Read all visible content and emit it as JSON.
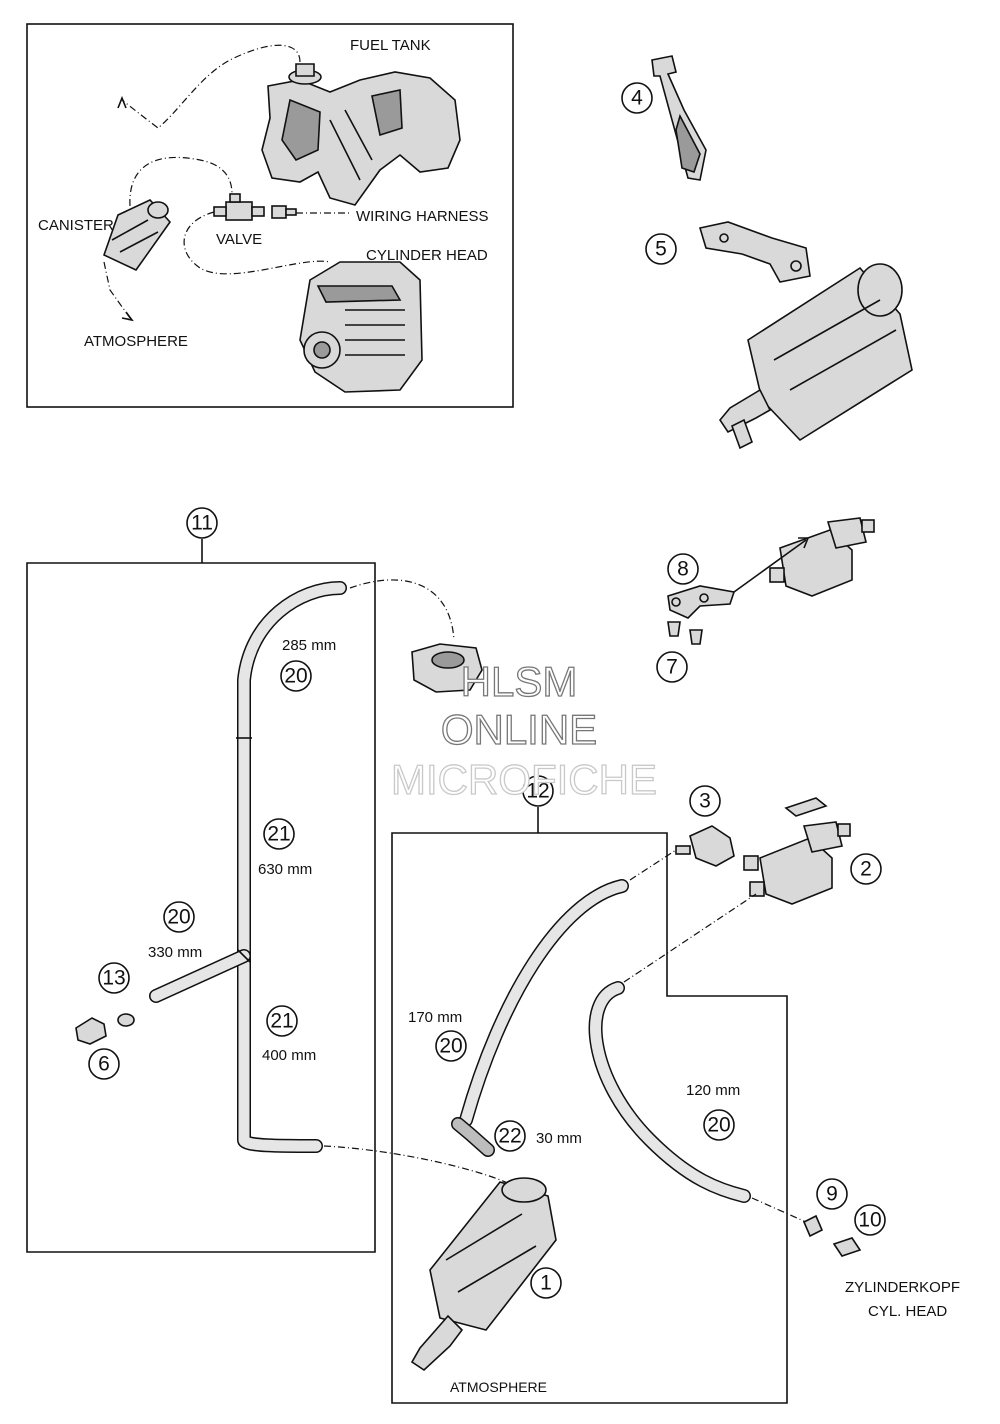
{
  "inset": {
    "labels": {
      "fuel_tank": "FUEL TANK",
      "canister": "CANISTER",
      "valve": "VALVE",
      "wiring_harness": "WIRING HARNESS",
      "cylinder_head": "CYLINDER HEAD",
      "atmosphere": "ATMOSPHERE"
    }
  },
  "callouts": {
    "c1": "1",
    "c2": "2",
    "c3": "3",
    "c4": "4",
    "c5": "5",
    "c6": "6",
    "c7": "7",
    "c8": "8",
    "c9": "9",
    "c10": "10",
    "c11": "11",
    "c12": "12",
    "c13": "13",
    "c20a": "20",
    "c20b": "20",
    "c20c": "20",
    "c20d": "20",
    "c21a": "21",
    "c21b": "21",
    "c22": "22"
  },
  "lengths": {
    "l285": "285 mm",
    "l630": "630 mm",
    "l330": "330 mm",
    "l400": "400 mm",
    "l170": "170 mm",
    "l30": "30 mm",
    "l120": "120 mm"
  },
  "labels": {
    "zylinderkopf": "ZYLINDERKOPF",
    "cyl_head": "CYL. HEAD",
    "atmosphere_bottom": "ATMOSPHERE"
  },
  "watermark": {
    "line1": "HLSM",
    "line2": "ONLINE",
    "line3": "MICROFICHE"
  }
}
